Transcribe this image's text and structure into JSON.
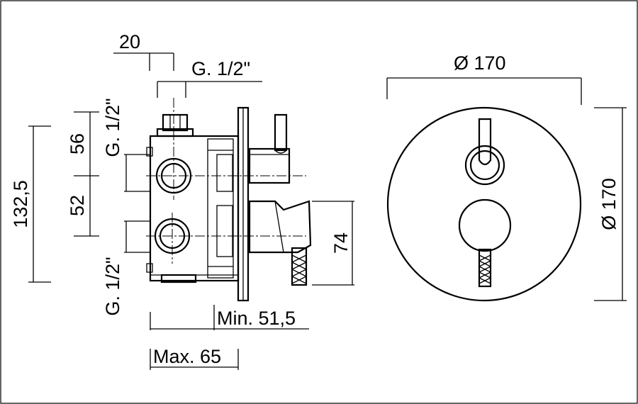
{
  "dimensions": {
    "width_20": "20",
    "thread_top": "G. 1/2\"",
    "thread_upper_vertical": "G. 1/2\"",
    "thread_lower_vertical": "G. 1/2\"",
    "height_56": "56",
    "height_52": "52",
    "height_132_5": "132,5",
    "height_74": "74",
    "min_depth": "Min. 51,5",
    "max_depth": "Max. 65",
    "diameter_horizontal": "Ø 170",
    "diameter_vertical": "Ø 170"
  }
}
